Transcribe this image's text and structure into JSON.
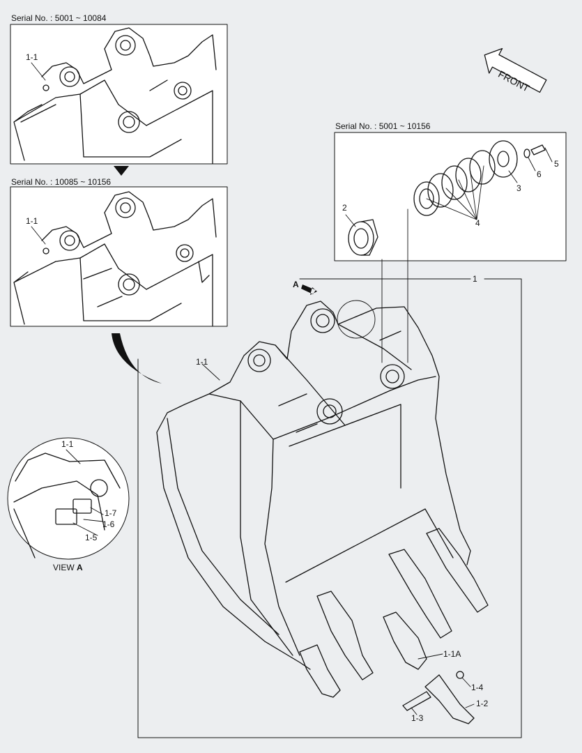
{
  "panels": {
    "top_serial": "Serial No. : 5001 ~ 10084",
    "mid_serial": "Serial No. : 10085 ~ 10156",
    "detail_serial": "Serial No. : 5001 ~ 10156"
  },
  "direction": {
    "front": "FRONT"
  },
  "view": {
    "arrow_letter": "A",
    "view_prefix": "VIEW",
    "view_letter": "A"
  },
  "callouts": {
    "top_bracket": "1-1",
    "mid_bracket": "1-1",
    "main_bucket": "1",
    "main_bracket": "1-1",
    "view_a_bracket": "1-1",
    "plate_1_7": "1-7",
    "plate_1_6": "1-6",
    "plate_1_5": "1-5",
    "bushing": "2",
    "collar": "3",
    "shims": "4",
    "bolt": "5",
    "washer": "6",
    "tooth_adapter": "1-1A",
    "lock": "1-4",
    "tooth": "1-2",
    "pin": "1-3"
  }
}
